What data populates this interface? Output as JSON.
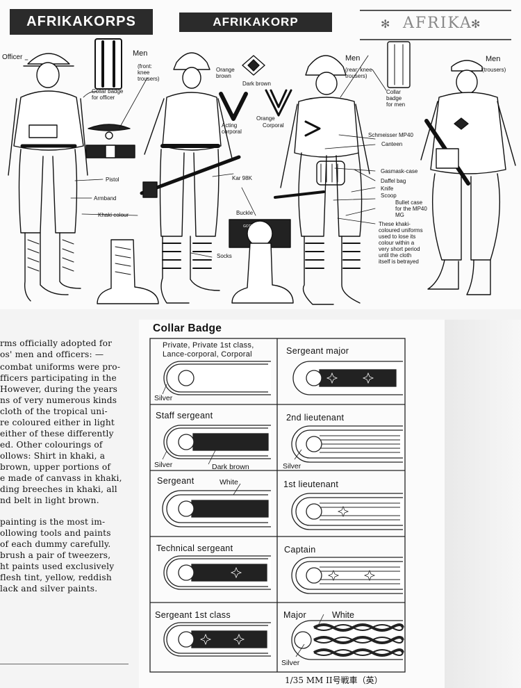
{
  "top_panel": {
    "banners": {
      "left": "AFRIKAKORPS",
      "middle": "AFRIKAKORP",
      "right": "AFRIKA"
    },
    "labels": {
      "officer": "Officer",
      "men_front": "Men",
      "men_front_sub": "(front:\nknee\ntrousers)",
      "collar_badge_officer": "Collar badge\nfor officer",
      "pistol": "Pistol",
      "armband": "Armband",
      "khaki_colour": "Khaki colour",
      "orange_brown": "Orange\nbrown",
      "dark_brown": "Dark brown",
      "orange": "Orange",
      "acting_corporal": "Acting\ncorporal",
      "corporal": "Corporal",
      "kar98k": "Kar 98K",
      "buckle": "Buckle",
      "socks": "Socks",
      "men_rear": "Men",
      "men_rear_sub": "(rear: knee\ntrousers)",
      "collar_badge_men": "Collar\nbadge\nfor men",
      "schmeisser": "Schmeisser MP40",
      "canteen": "Canteen",
      "gasmask": "Gasmask-case",
      "daffel": "Daffel bag",
      "knife": "Knife",
      "scoop": "Scoop",
      "bullet_case": "Bullet case\nfor the MP40\nMG",
      "khaki_note": "These khaki-\ncoloured uniforms\nused to lose its\ncolour within a\nvery short period\nuntil the cloth\nitself is betrayed",
      "men_trousers": "Men",
      "men_trousers_sub": "(trousers)",
      "buckle_text": "GOTT MIT UNS"
    }
  },
  "left_text": {
    "lines": [
      "rms officially adopted for",
      "os' men and officers: —",
      "combat uniforms were pro-",
      "fficers participating in the",
      "However, during the years",
      "ns of very numerous kinds",
      "cloth of the tropical uni-",
      "re coloured either in light",
      "either of these differently",
      "ed.  Other colourings  of",
      "ollows: Shirt in khaki, a",
      " brown, upper portions of",
      "e made of canvass in khaki,",
      "ding breeches in khaki, all",
      "nd belt in light brown.",
      "",
      " painting is the most im-",
      "ollowing tools and paints",
      " of each dummy carefully.",
      "brush a pair of tweezers,",
      "ht paints used exclusively",
      " flesh tint, yellow, reddish",
      "lack and silver paints."
    ]
  },
  "collar_badge": {
    "title": "Collar Badge",
    "cells": [
      {
        "title": "Private, Private 1st class,\nLance-corporal, Corporal",
        "note": "Silver"
      },
      {
        "title": "Sergeant major",
        "note": ""
      },
      {
        "title": "Staff sergeant",
        "note": "Silver",
        "note2": "Dark brown"
      },
      {
        "title": "2nd lieutenant",
        "note": "Silver"
      },
      {
        "title": "Sergeant",
        "note": "White"
      },
      {
        "title": "1st lieutenant",
        "note": ""
      },
      {
        "title": "Technical sergeant",
        "note": ""
      },
      {
        "title": "Captain",
        "note": ""
      },
      {
        "title": "Sergeant 1st class",
        "note": ""
      },
      {
        "title": "Major",
        "note": "White",
        "note2": "Silver"
      }
    ]
  },
  "footer": {
    "caption": "1/35 MM II号戦車（英）"
  }
}
